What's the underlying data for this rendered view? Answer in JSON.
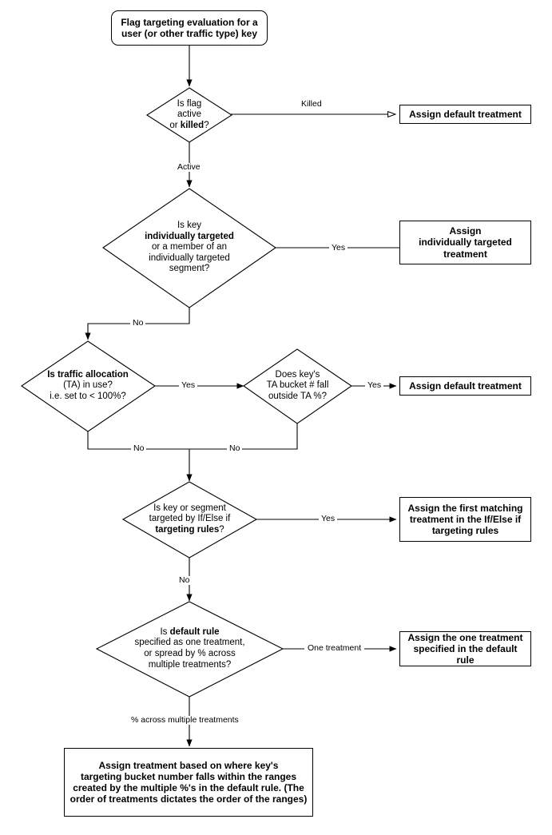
{
  "diagram": {
    "title": "Flag targeting evaluation flow",
    "type": "flowchart",
    "background": "#ffffff",
    "line_color": "#000000",
    "text_color": "#000000"
  },
  "nodes": {
    "start": {
      "shape": "terminator",
      "text": "Flag targeting evaluation for a\nuser (or other traffic type) key"
    },
    "d1": {
      "shape": "decision",
      "line1": "Is flag",
      "line2": "active",
      "line3_prefix": "or ",
      "line3_bold": "killed",
      "line3_suffix": "?"
    },
    "d1_yes_box": {
      "shape": "process",
      "text": "Assign default treatment"
    },
    "d2": {
      "shape": "decision",
      "line1": "Is key",
      "line2_bold": "individually targeted",
      "line3": "or a member of an",
      "line4": "individually targeted",
      "line5": "segment?"
    },
    "d2_yes_box": {
      "shape": "process",
      "text": "Assign\nindividually targeted\ntreatment"
    },
    "d3": {
      "shape": "decision",
      "line1_bold": "Is traffic allocation",
      "line2": "(TA) in use?",
      "line3": "i.e. set to < 100%?"
    },
    "d4": {
      "shape": "decision",
      "line1": "Does key's",
      "line2": "TA bucket # fall",
      "line3": "outside TA %?"
    },
    "d4_yes_box": {
      "shape": "process",
      "text": "Assign default treatment"
    },
    "d5": {
      "shape": "decision",
      "line1": "Is key or segment",
      "line2": "targeted by If/Else if",
      "line3_bold": "targeting rules",
      "line3_suffix": "?"
    },
    "d5_yes_box": {
      "shape": "process",
      "text": "Assign the first matching\ntreatment in the If/Else if\ntargeting rules"
    },
    "d6": {
      "shape": "decision",
      "line1_prefix": "Is ",
      "line1_bold": "default rule",
      "line2": "specified as one treatment,",
      "line3": "or spread by % across",
      "line4": "multiple treatments?"
    },
    "d6_one_box": {
      "shape": "process",
      "text": "Assign the one treatment\nspecified in the default rule"
    },
    "final_box": {
      "shape": "process",
      "text": "Assign treatment based on where key's\ntargeting bucket number falls within the ranges\ncreated by the multiple %'s in the default rule. (The\norder of treatments dictates the order of the ranges)"
    }
  },
  "edge_labels": {
    "killed": "Killed",
    "active": "Active",
    "d2_yes": "Yes",
    "d2_no": "No",
    "d3_yes": "Yes",
    "d3_no": "No",
    "d4_yes": "Yes",
    "d4_no": "No",
    "d5_yes": "Yes",
    "d5_no": "No",
    "d6_one": "One treatment",
    "d6_percent": "% across multiple treatments"
  }
}
